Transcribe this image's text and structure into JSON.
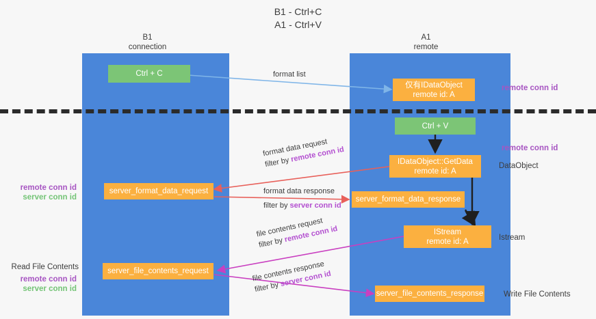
{
  "diagram": {
    "title_line1": "B1 - Ctrl+C",
    "title_line2": "A1 - Ctrl+V",
    "columns": [
      {
        "id": "b1",
        "name_line1": "B1",
        "name_line2": "connection"
      },
      {
        "id": "a1",
        "name_line1": "A1",
        "name_line2": "remote"
      }
    ],
    "colors": {
      "band": "#4a86d9",
      "green_box": "#7cc576",
      "orange_box": "#fbb040",
      "remote_conn_id": "#a755c2",
      "server_conn_id": "#74c476",
      "arrow_blue": "#7fb5e8",
      "arrow_red": "#e8605a",
      "arrow_magenta": "#c93fc0",
      "arrow_black": "#1f1f1f",
      "divider": "#2b2b2b",
      "page_bg": "#f7f7f7"
    },
    "nodes": [
      {
        "id": "ctrl-c",
        "label": "Ctrl + C",
        "sublabel": "",
        "style": "green",
        "column": "b1"
      },
      {
        "id": "idataobject",
        "label": "仅有IDataObject",
        "sublabel": "remote id: A",
        "style": "orange",
        "column": "a1"
      },
      {
        "id": "ctrl-v",
        "label": "Ctrl + V",
        "sublabel": "",
        "style": "green",
        "column": "a1"
      },
      {
        "id": "getdata",
        "label": "IDataObject::GetData",
        "sublabel": "remote id: A",
        "style": "orange",
        "column": "a1"
      },
      {
        "id": "server-format-data-request",
        "label": "server_format_data_request",
        "sublabel": "",
        "style": "orange",
        "column": "b1"
      },
      {
        "id": "server-format-data-response",
        "label": "server_format_data_response",
        "sublabel": "",
        "style": "orange",
        "column": "a1"
      },
      {
        "id": "istream",
        "label": "IStream",
        "sublabel": "remote id: A",
        "style": "orange",
        "column": "a1"
      },
      {
        "id": "server-file-contents-request",
        "label": "server_file_contents_request",
        "sublabel": "",
        "style": "orange",
        "column": "b1"
      },
      {
        "id": "server-file-contents-response",
        "label": "server_file_contents_response",
        "sublabel": "",
        "style": "orange",
        "column": "a1"
      }
    ],
    "edge_labels": [
      {
        "id": "format-list",
        "line1": "format list",
        "line2_prefix": "",
        "line2_keyword": ""
      },
      {
        "id": "format-data-request",
        "line1": "format data request",
        "line2_prefix": "filter by ",
        "line2_keyword": "remote conn id"
      },
      {
        "id": "format-data-response",
        "line1": "format data response",
        "line2_prefix": "filter by ",
        "line2_keyword": "server conn id"
      },
      {
        "id": "file-contents-request",
        "line1": "file contents request",
        "line2_prefix": "filter by ",
        "line2_keyword": "remote conn id"
      },
      {
        "id": "file-contents-response",
        "line1": "file contents response",
        "line2_prefix": "filter by ",
        "line2_keyword": "server conn id"
      }
    ],
    "annotations": {
      "right_remote_conn_id_top": "remote conn id",
      "right_remote_conn_id_mid": "remote conn id",
      "right_dataobject": "DataObject",
      "right_istream": "Istream",
      "right_write_file_contents": "Write File Contents",
      "left_remote_conn_id": "remote conn id",
      "left_server_conn_id": "server conn id",
      "left_read_file_contents": "Read File Contents",
      "left_remote_conn_id2": "remote conn id",
      "left_server_conn_id2": "server conn id"
    }
  }
}
